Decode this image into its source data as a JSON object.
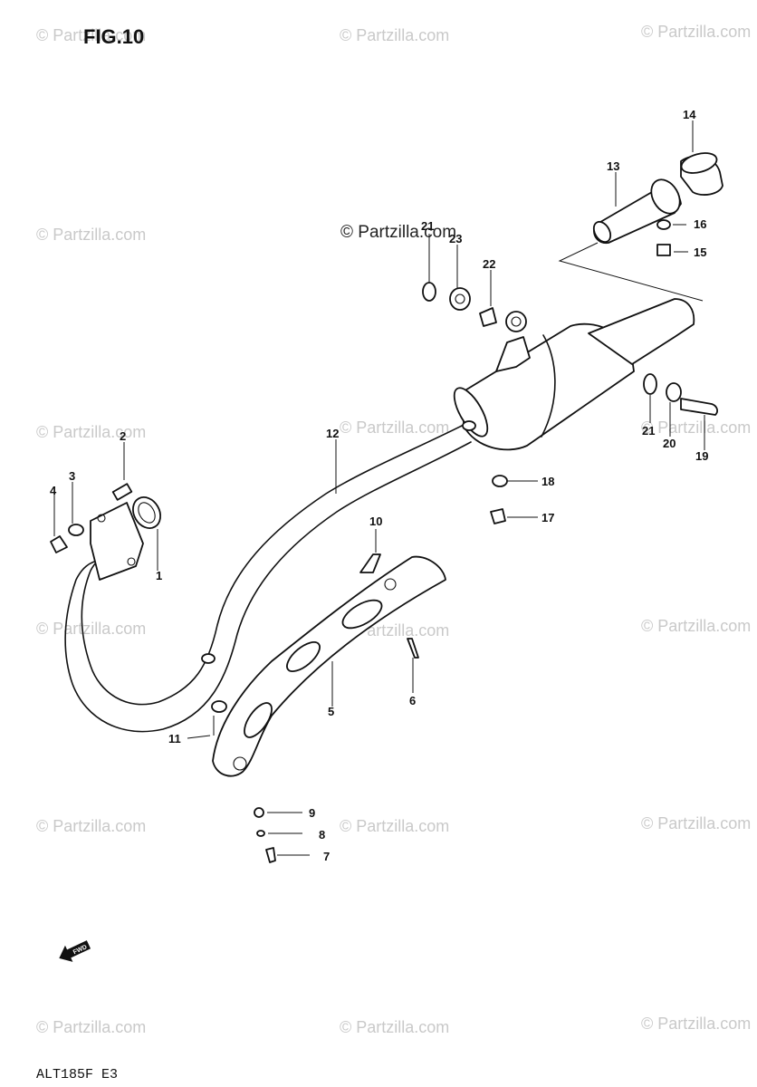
{
  "figure": {
    "title": "FIG.10",
    "model_code": "ALT185F E3"
  },
  "watermark": {
    "text": "© Partzilla.com",
    "center_text": "© Partzilla.com"
  },
  "callouts": {
    "c1": "1",
    "c2": "2",
    "c3": "3",
    "c4": "4",
    "c5": "5",
    "c6": "6",
    "c7": "7",
    "c8": "8",
    "c9": "9",
    "c10": "10",
    "c11": "11",
    "c12": "12",
    "c13": "13",
    "c14": "14",
    "c15": "15",
    "c16": "16",
    "c17": "17",
    "c18": "18",
    "c19": "19",
    "c20": "20",
    "c21a": "21",
    "c21b": "21",
    "c22": "22",
    "c23": "23"
  },
  "front_arrow": {
    "text": "FWD"
  },
  "colors": {
    "line": "#111111",
    "watermark": "#c9c9c9",
    "background": "#ffffff"
  }
}
